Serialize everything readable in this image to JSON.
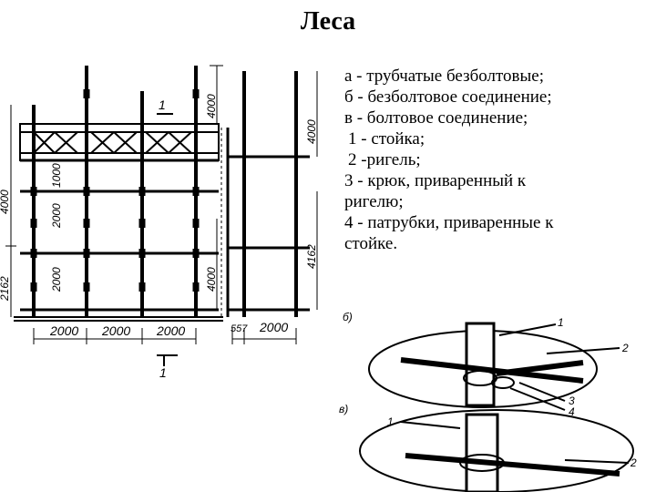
{
  "title": "Леса",
  "legend": [
    "а - трубчатые безболтовые;",
    "б - безболтовое соединение;",
    "в - болтовое соединение;",
    " 1 - стойка;",
    " 2 -ригель;",
    "3 - крюк, приваренный к",
    "ригелю;",
    "4 - патрубки, приваренные к",
    "стойке."
  ],
  "drawing": {
    "dims_bottom": [
      "2000",
      "2000",
      "2000"
    ],
    "dim_side_bottom": [
      "557",
      "2000"
    ],
    "dims_left": [
      "4000",
      "2162"
    ],
    "dims_inner_left": [
      "1000",
      "2000",
      "2000"
    ],
    "dim_top_right": "4000",
    "dim_mid_right": "4000",
    "dim_side_top": "4000",
    "dim_side_right": "4162",
    "section_mark_top": "1",
    "section_mark_bottom": "1",
    "detail_labels": [
      "б)",
      "в)"
    ],
    "callouts_b": [
      "1",
      "2",
      "3",
      "4"
    ],
    "callouts_c": [
      "1",
      "2"
    ]
  }
}
